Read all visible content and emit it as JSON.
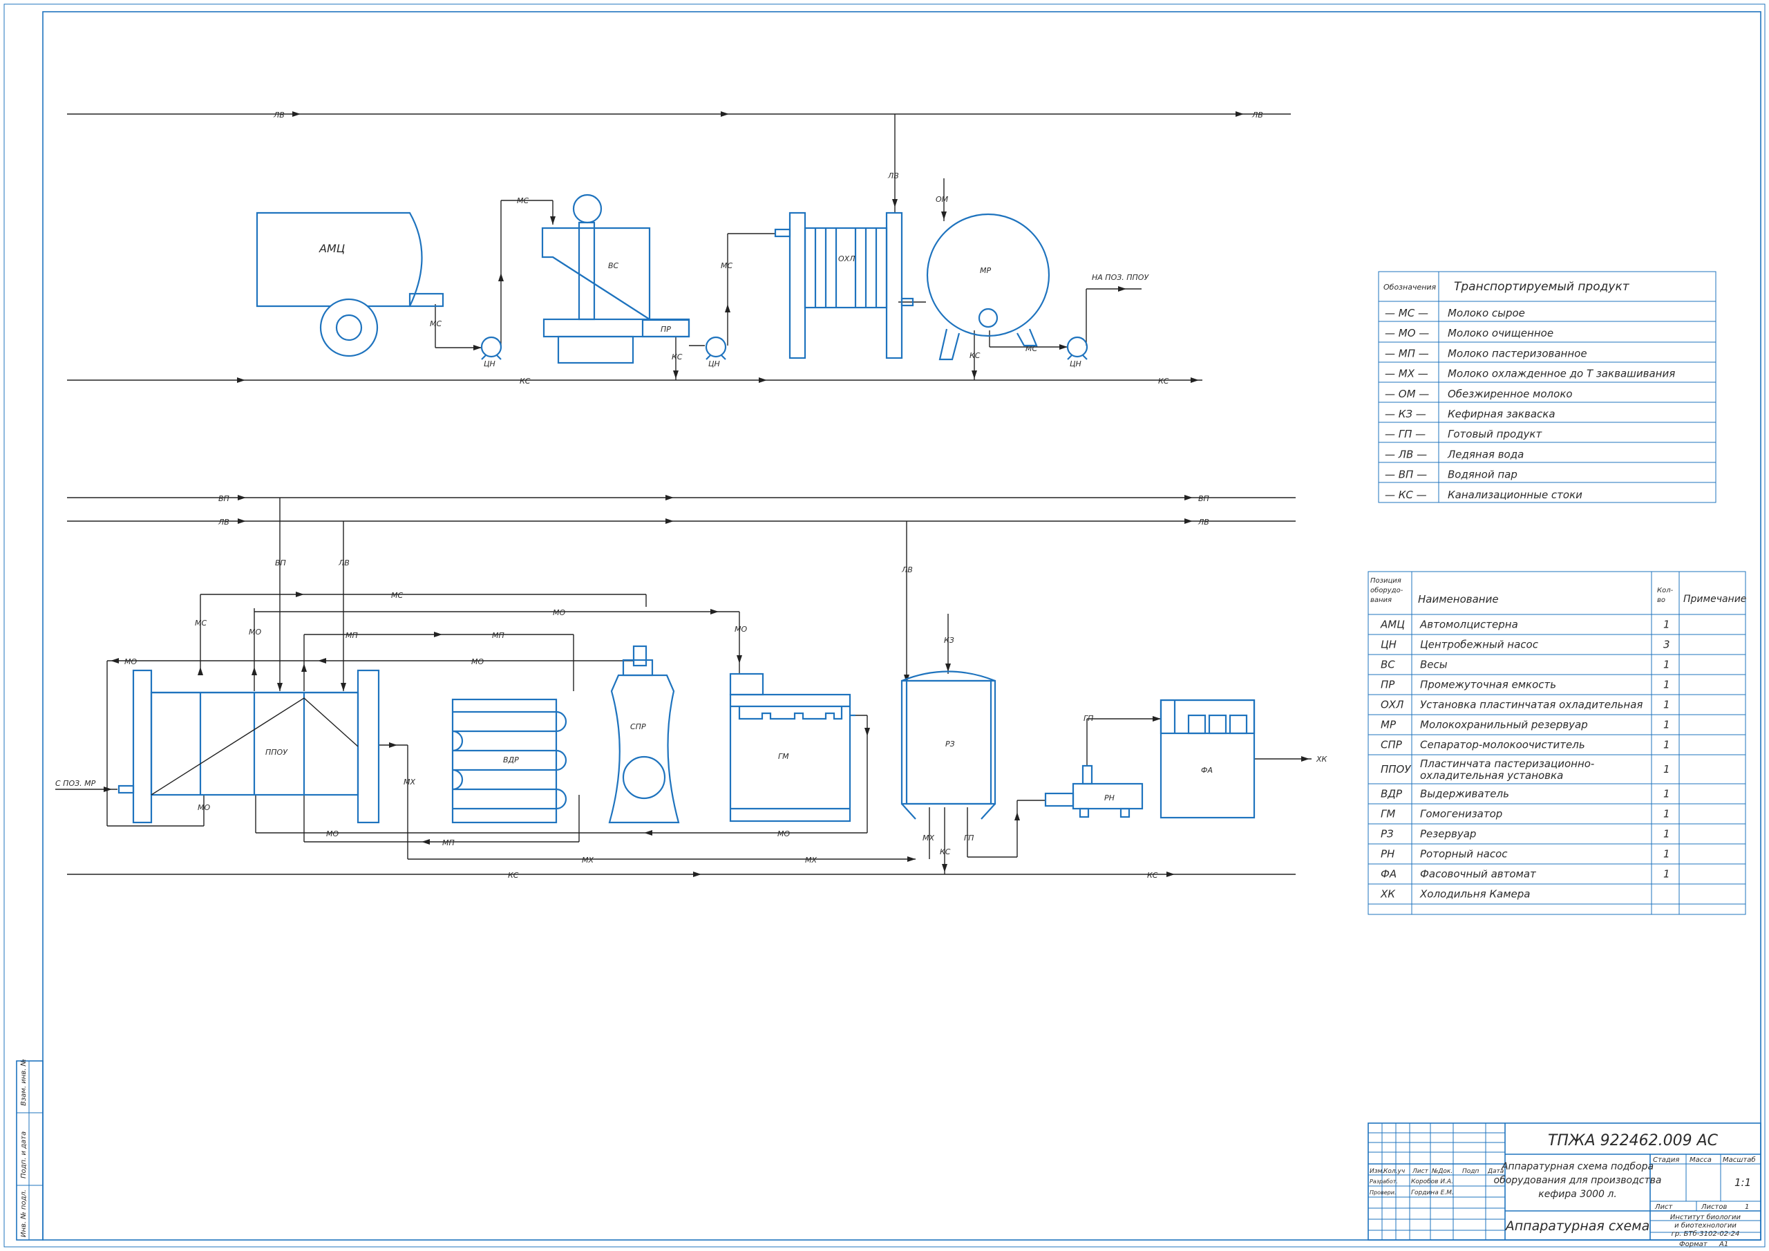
{
  "equipment": {
    "amc": "АМЦ",
    "vs": "ВС",
    "pr": "ПР",
    "ohl": "ОХЛ",
    "mr": "МР",
    "ppou": "ППОУ",
    "vdr": "ВДР",
    "spr": "СПР",
    "gm": "ГМ",
    "rz": "РЗ",
    "rn": "РН",
    "fa": "ФА",
    "cn": "ЦН",
    "hk": "ХК"
  },
  "lines": {
    "lv": "ЛВ",
    "ks": "КС",
    "ms": "МС",
    "vp": "ВП",
    "mo": "МО",
    "mp": "МП",
    "mh": "МХ",
    "om": "ОМ",
    "kz": "КЗ",
    "gp": "ГП"
  },
  "notes": {
    "to_ppou": "НА ПОЗ. ППОУ",
    "from_mr": "С ПОЗ. МР"
  },
  "legend": {
    "header_code": "Обозначения",
    "header_product": "Транспортируемый продукт",
    "rows": [
      {
        "code": "— МС —",
        "name": "Молоко сырое"
      },
      {
        "code": "— МО —",
        "name": "Молоко очищенное"
      },
      {
        "code": "— МП —",
        "name": "Молоко пастеризованное"
      },
      {
        "code": "— МХ —",
        "name": "Молоко охлажденное до Т заквашивания"
      },
      {
        "code": "— ОМ —",
        "name": "Обезжиренное молоко"
      },
      {
        "code": "— КЗ —",
        "name": "Кефирная закваска"
      },
      {
        "code": "— ГП —",
        "name": "Готовый продукт"
      },
      {
        "code": "— ЛВ —",
        "name": "Ледяная вода"
      },
      {
        "code": "— ВП —",
        "name": "Водяной пар"
      },
      {
        "code": "— КС —",
        "name": "Канализационные стоки"
      }
    ]
  },
  "spec": {
    "header_pos": [
      "Позиция",
      "оборудо-",
      "вания"
    ],
    "header_name": "Наименование",
    "header_qty": [
      "Кол-",
      "во"
    ],
    "header_note": "Примечание",
    "rows": [
      {
        "pos": "АМЦ",
        "name": [
          "Автомолцистерна"
        ],
        "qty": "1"
      },
      {
        "pos": "ЦН",
        "name": [
          "Центробежный насос"
        ],
        "qty": "3"
      },
      {
        "pos": "ВС",
        "name": [
          "Весы"
        ],
        "qty": "1"
      },
      {
        "pos": "ПР",
        "name": [
          "Промежуточная емкость"
        ],
        "qty": "1"
      },
      {
        "pos": "ОХЛ",
        "name": [
          "Установка пластинчатая охладительная"
        ],
        "qty": "1"
      },
      {
        "pos": "МР",
        "name": [
          "Молокохранильный резервуар"
        ],
        "qty": "1"
      },
      {
        "pos": "СПР",
        "name": [
          "Сепаратор-молокоочиститель"
        ],
        "qty": "1"
      },
      {
        "pos": "ППОУ",
        "name": [
          "Пластинчата пастеризационно-",
          "охладительная установка"
        ],
        "qty": "1"
      },
      {
        "pos": "ВДР",
        "name": [
          "Выдерживатель"
        ],
        "qty": "1"
      },
      {
        "pos": "ГМ",
        "name": [
          "Гомогенизатор"
        ],
        "qty": "1"
      },
      {
        "pos": "РЗ",
        "name": [
          "Резервуар"
        ],
        "qty": "1"
      },
      {
        "pos": "РН",
        "name": [
          "Роторный насос"
        ],
        "qty": "1"
      },
      {
        "pos": "ФА",
        "name": [
          "Фасовочный автомат"
        ],
        "qty": "1"
      },
      {
        "pos": "ХК",
        "name": [
          "Холодильня Камера"
        ],
        "qty": ""
      }
    ]
  },
  "title_block": {
    "code": "ТПЖА 922462.009 АС",
    "title": [
      "Аппаратурная схема подбора",
      "оборудования для производства",
      "кефира 3000 л."
    ],
    "doc_name": "Аппаратурная схема",
    "stage": "Стадия",
    "mass": "Масса",
    "scale_label": "Масштаб",
    "scale": "1:1",
    "sheet": "Лист",
    "sheets": "Листов",
    "sheets_count": "1",
    "org": [
      "Институт биологии",
      "и биотехнологии",
      "гр. БТб-3102-02-24"
    ],
    "format_label": "Формат",
    "format": "А1",
    "hdr": [
      "Изм.",
      "Кол.уч",
      "Лист",
      "№Док.",
      "Подп",
      "Дата"
    ],
    "developed": "Разработ.",
    "checked": "Провери.",
    "dev_name": "Коробов И.А.",
    "chk_name": "Гордина Е.М."
  },
  "side": [
    "Инв. № подл.",
    "Подп. и дата",
    "Взам. инв. №"
  ],
  "colors": {
    "equipment": "#1e73be",
    "lines": "#222222"
  }
}
